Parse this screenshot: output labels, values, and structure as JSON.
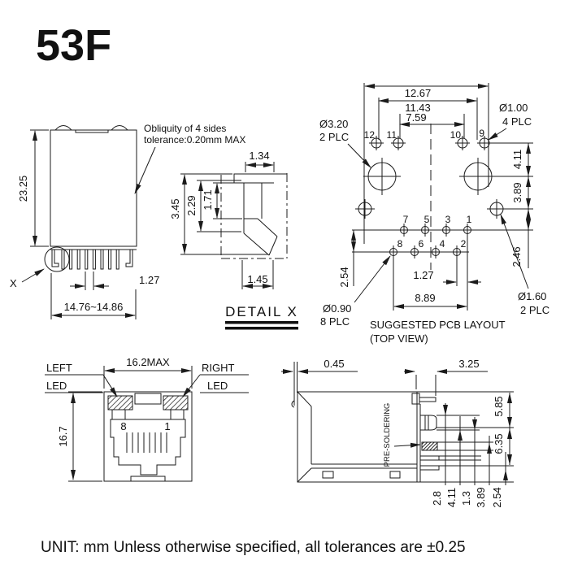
{
  "title": "53F",
  "footer": {
    "unit_note": "UNIT: mm  Unless otherwise specified, all tolerances are ±0.25"
  },
  "side_view_top": {
    "note_line1": "Obliquity of 4 sides",
    "note_line2": "tolerance:0.20mm MAX",
    "dim_height": "23.25",
    "dim_pitch": "1.27",
    "dim_width": "14.76~14.86",
    "detail_label": "X"
  },
  "detail_x": {
    "title": "DETAIL  X",
    "dim_top": "1.34",
    "dim_total": "3.45",
    "dim_mid": "2.29",
    "dim_inner": "1.71",
    "dim_bottom": "1.45"
  },
  "pcb_layout": {
    "caption_line1": "SUGGESTED PCB LAYOUT",
    "caption_line2": "(TOP VIEW)",
    "dim_w1": "12.67",
    "dim_w2": "11.43",
    "dim_w3": "7.59",
    "dim_r1": "4.11",
    "dim_r2": "3.89",
    "dim_r3": "2.46",
    "dim_rowpitch": "2.54",
    "dim_pinpitch": "1.27",
    "dim_span": "8.89",
    "hole_a": {
      "d": "Ø3.20",
      "plc": "2 PLC"
    },
    "hole_b": {
      "d": "Ø1.00",
      "plc": "4 PLC"
    },
    "hole_c": {
      "d": "Ø0.90",
      "plc": "8 PLC"
    },
    "hole_d": {
      "d": "Ø1.60",
      "plc": "2 PLC"
    },
    "pins_top": [
      "12",
      "11",
      "10",
      "9"
    ],
    "pins_row1": [
      "7",
      "5",
      "3",
      "1"
    ],
    "pins_row2": [
      "8",
      "6",
      "4",
      "2"
    ]
  },
  "front_view": {
    "dim_width": "16.2MAX",
    "dim_height": "16.7",
    "left_led_line1": "LEFT",
    "left_led_line2": "LED",
    "right_led_line1": "RIGHT",
    "right_led_line2": "LED",
    "pin8": "8",
    "pin1": "1"
  },
  "side_view_right": {
    "dim_flange": "0.45",
    "dim_latch": "3.25",
    "dim_r1": "5.85",
    "dim_r2": "6.35",
    "dims_bottom": [
      "2.8",
      "4.11",
      "1.3",
      "3.89",
      "2.54"
    ],
    "presolder_label": "PRE-SOLDERING"
  }
}
